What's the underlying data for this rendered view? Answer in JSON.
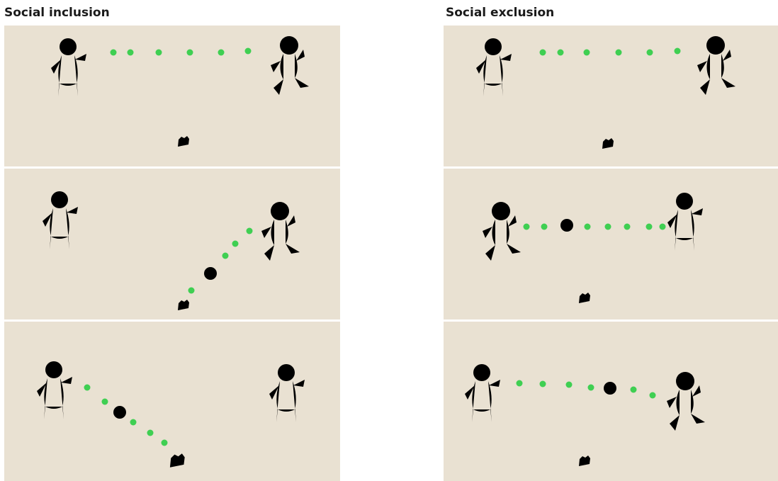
{
  "titles": {
    "left": "Social inclusion",
    "right": "Social exclusion"
  },
  "colors": {
    "panel_background": "#e9e1d2",
    "ball_path_dots": "#3fcf52",
    "figure_outline": "#1b1b1b"
  },
  "scenes": {
    "inclusion": [
      {
        "step": 1,
        "thrower": "left-player",
        "receiver": "right-player"
      },
      {
        "step": 2,
        "thrower": "participant-hand",
        "receiver": "right-player"
      },
      {
        "step": 3,
        "thrower": "left-player",
        "receiver": "participant-hand"
      }
    ],
    "exclusion": [
      {
        "step": 1,
        "thrower": "left-player",
        "receiver": "right-player"
      },
      {
        "step": 2,
        "thrower": "left-player",
        "receiver": "right-player"
      },
      {
        "step": 3,
        "thrower": "left-player",
        "receiver": "right-player"
      }
    ]
  }
}
